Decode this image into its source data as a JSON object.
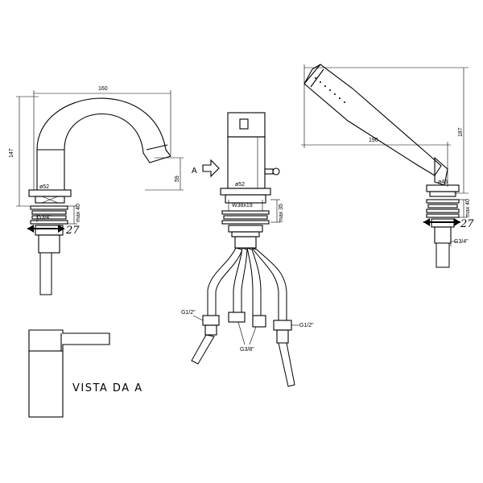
{
  "views": {
    "spout": {
      "dim_width": "160",
      "dim_height": "147",
      "dim_outlet": "59",
      "dim_diameter": "ø52",
      "dim_max": "max 40",
      "thread": "G3/4\"",
      "wrench": "27"
    },
    "valve": {
      "view_arrow": "A",
      "dim_diameter": "ø52",
      "dim_plate": "W38x19",
      "dim_max": "max 35",
      "hose_left": "G1/2\"",
      "hose_mid": "G3/8\"",
      "hose_right": "G1/2\""
    },
    "shower": {
      "dim_width": "190",
      "dim_height": "187",
      "dim_diameter": "ø45",
      "dim_max": "max 40",
      "thread": "G3/4\"",
      "wrench": "27"
    },
    "vista": {
      "caption": "VISTA DA A"
    }
  }
}
